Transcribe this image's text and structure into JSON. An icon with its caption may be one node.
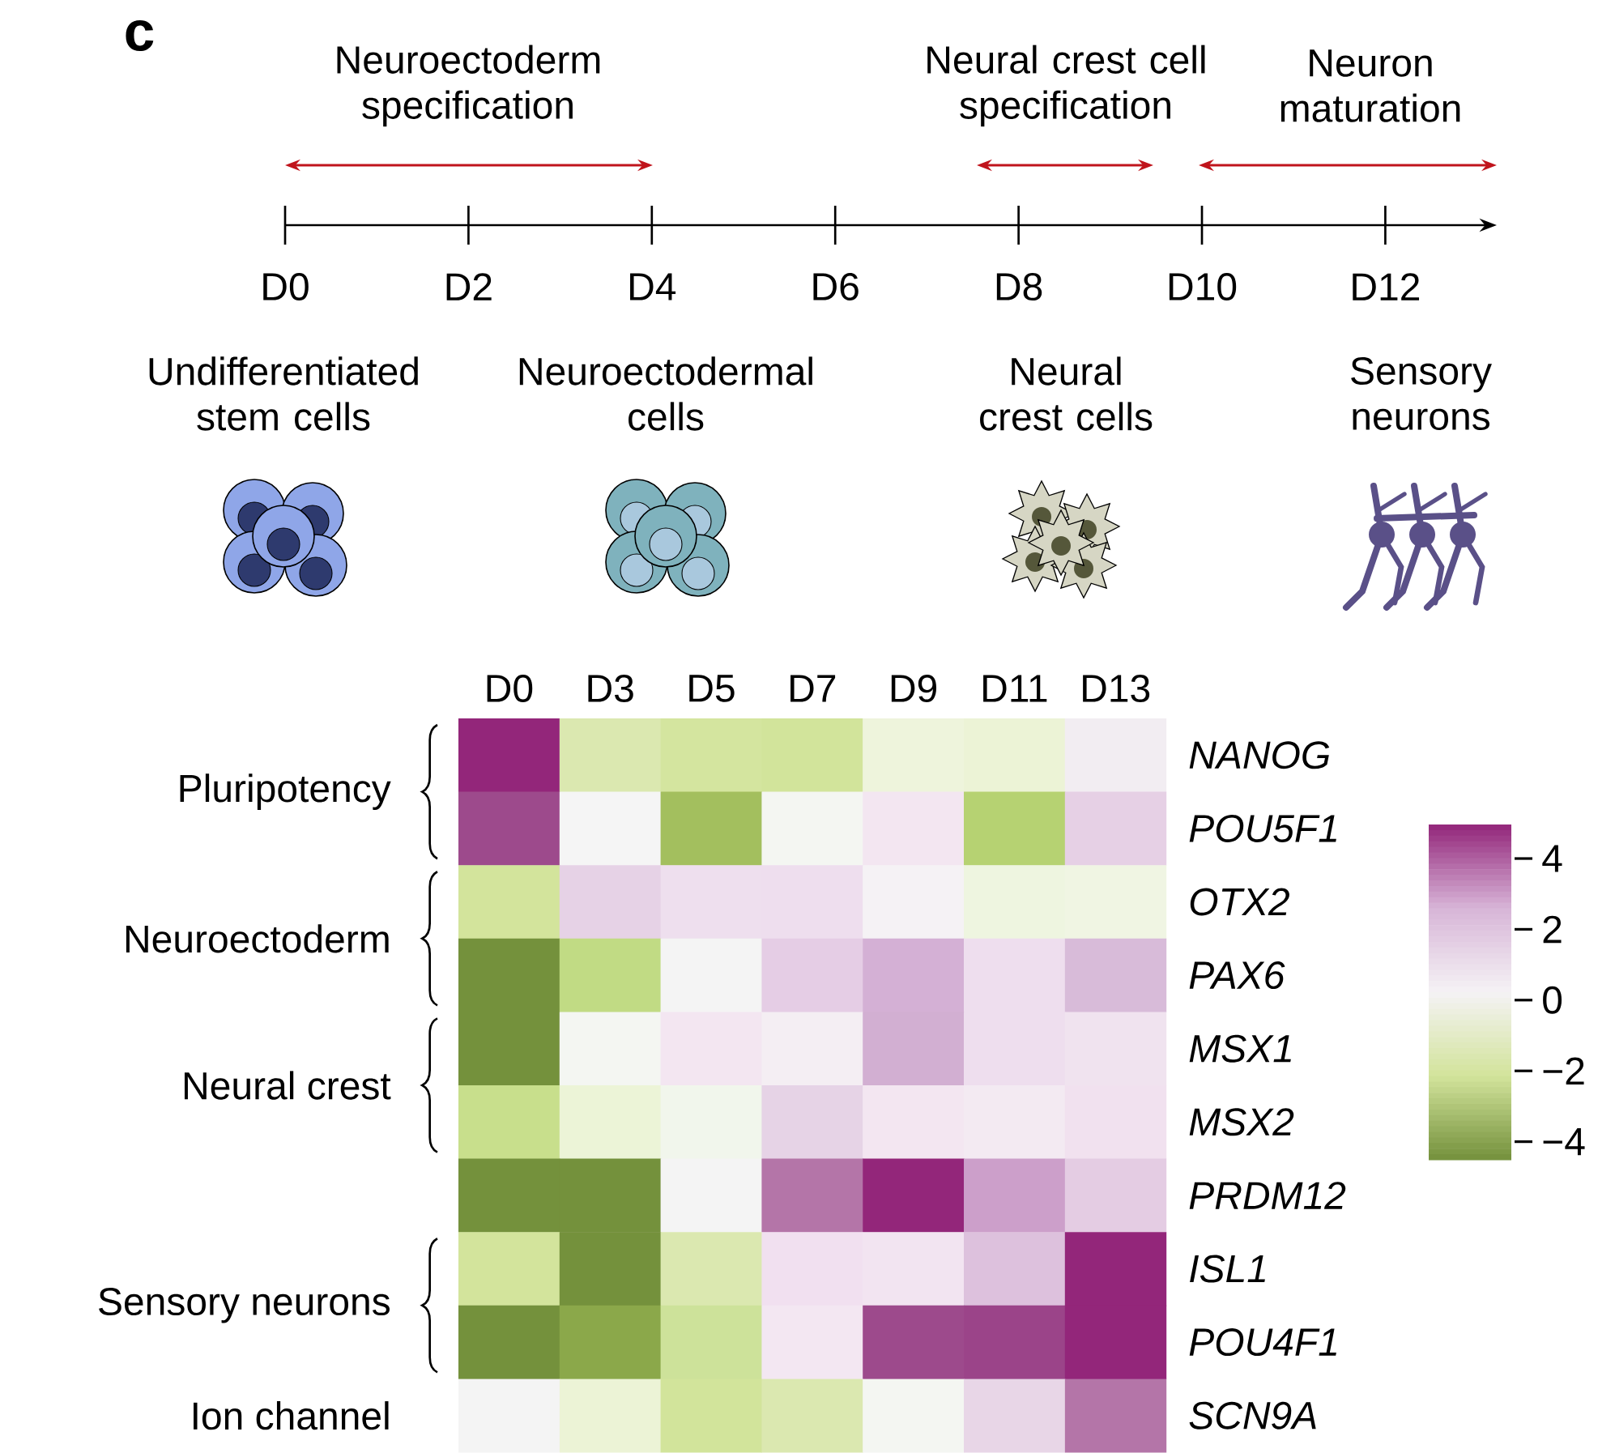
{
  "diagram": {
    "labels": [
      "c",
      "Neuroectoderm specification",
      "Neural crest cell specification",
      "Neuron maturation",
      "D0",
      "D2",
      "D4",
      "D6",
      "D8",
      "D10",
      "D12",
      "Undifferentiated stem cells",
      "Neuroectodermal cells",
      "Neural crest cells",
      "Sensory neurons",
      "D0",
      "D3",
      "D5",
      "D7",
      "D9",
      "D11",
      "D13",
      "Pluripotency",
      "NANOG",
      "POU5F1",
      "Neuroectoderm",
      "OTX2",
      "PAX6",
      "Neural crest",
      "MSX1",
      "MSX2",
      "PRDM12",
      "Sensory neurons",
      "ISL1",
      "POU4F1",
      "Ion channel",
      "SCN9A",
      "4",
      "2",
      "0",
      "−2",
      "−4"
    ]
  }
}
